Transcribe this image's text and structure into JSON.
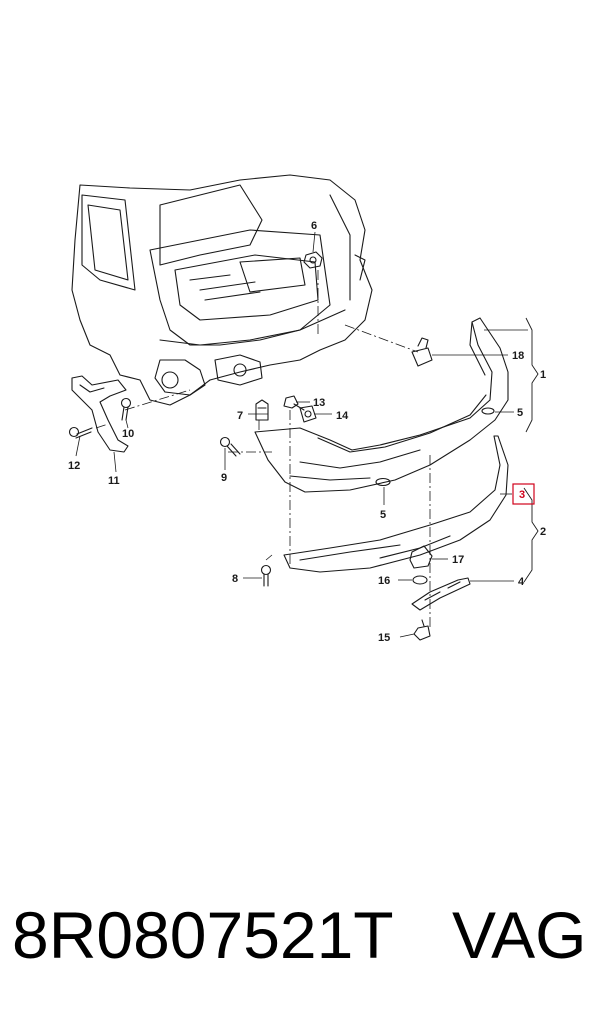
{
  "diagram": {
    "callouts": [
      {
        "id": "c1",
        "text": "1"
      },
      {
        "id": "c2",
        "text": "2"
      },
      {
        "id": "c3",
        "text": "3"
      },
      {
        "id": "c4",
        "text": "4"
      },
      {
        "id": "c5a",
        "text": "5"
      },
      {
        "id": "c5b",
        "text": "5"
      },
      {
        "id": "c6",
        "text": "6"
      },
      {
        "id": "c7",
        "text": "7"
      },
      {
        "id": "c8",
        "text": "8"
      },
      {
        "id": "c9",
        "text": "9"
      },
      {
        "id": "c10",
        "text": "10"
      },
      {
        "id": "c11",
        "text": "11"
      },
      {
        "id": "c12",
        "text": "12"
      },
      {
        "id": "c13",
        "text": "13"
      },
      {
        "id": "c14",
        "text": "14"
      },
      {
        "id": "c15",
        "text": "15"
      },
      {
        "id": "c16",
        "text": "16"
      },
      {
        "id": "c17",
        "text": "17"
      },
      {
        "id": "c18",
        "text": "18"
      }
    ],
    "highlight_color": "#d0021b",
    "line_color": "#1a1a1a"
  },
  "footer": {
    "part_number": "8R0807521T",
    "brand": "VAG"
  }
}
